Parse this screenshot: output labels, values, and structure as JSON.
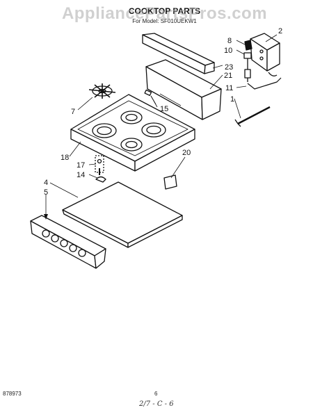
{
  "watermark": "AppliancePartsPros.com",
  "header": {
    "title": "COOKTOP PARTS",
    "subtitle": "For Model: SF010UEKW1"
  },
  "callouts": [
    "1",
    "2",
    "4",
    "5",
    "7",
    "8",
    "10",
    "11",
    "14",
    "15",
    "17",
    "18",
    "20",
    "21",
    "23"
  ],
  "footer": {
    "doc_number": "878973",
    "page_number": "6",
    "handwritten_note": "2/7 - C - 6"
  }
}
